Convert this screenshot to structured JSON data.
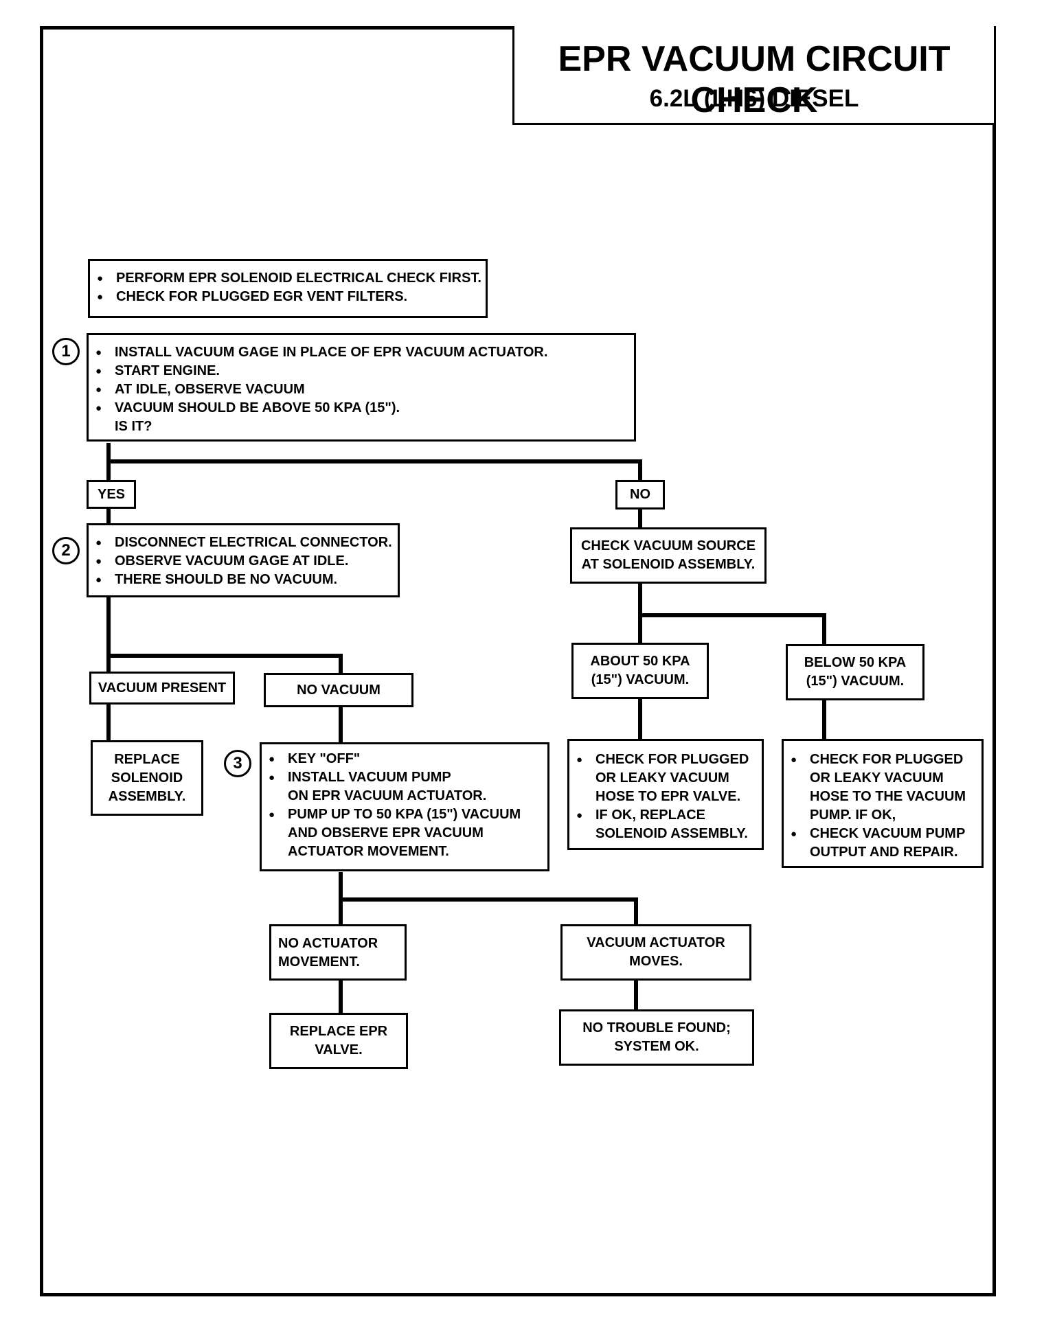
{
  "header": {
    "title": "EPR VACUUM CIRCUIT CHECK",
    "subtitle": "6.2L (LH6) DIESEL"
  },
  "pre_checks": [
    "PERFORM EPR SOLENOID ELECTRICAL CHECK FIRST.",
    "CHECK FOR PLUGGED EGR VENT FILTERS."
  ],
  "step1": {
    "number": "1",
    "items": [
      "INSTALL VACUUM GAGE IN PLACE OF EPR VACUUM ACTUATOR.",
      "START ENGINE.",
      "AT IDLE, OBSERVE VACUUM",
      "VACUUM SHOULD BE ABOVE 50 KPA (15\")."
    ],
    "question": "IS IT?"
  },
  "labels": {
    "yes": "YES",
    "no": "NO",
    "vacuum_present": "VACUUM PRESENT",
    "no_vacuum": "NO VACUUM"
  },
  "step2": {
    "number": "2",
    "items": [
      "DISCONNECT ELECTRICAL CONNECTOR.",
      "OBSERVE VACUUM GAGE AT IDLE.",
      "THERE SHOULD BE NO VACUUM."
    ]
  },
  "replace_solenoid": [
    "REPLACE",
    "SOLENOID",
    "ASSEMBLY."
  ],
  "step3": {
    "number": "3",
    "items": [
      [
        "KEY \"OFF\""
      ],
      [
        "INSTALL VACUUM PUMP",
        "ON EPR VACUUM ACTUATOR."
      ],
      [
        "PUMP UP TO 50 KPA (15\") VACUUM",
        "AND OBSERVE EPR VACUUM",
        "ACTUATOR MOVEMENT."
      ]
    ]
  },
  "no_actuator": [
    "NO ACTUATOR",
    "MOVEMENT."
  ],
  "actuator_moves": [
    "VACUUM ACTUATOR",
    "MOVES."
  ],
  "replace_epr": [
    "REPLACE EPR",
    "VALVE."
  ],
  "no_trouble": [
    "NO TROUBLE FOUND;",
    "SYSTEM OK."
  ],
  "check_source": [
    "CHECK VACUUM SOURCE",
    "AT SOLENOID ASSEMBLY."
  ],
  "about_50": [
    "ABOUT 50 KPA",
    "(15\") VACUUM."
  ],
  "below_50": [
    "BELOW 50 KPA",
    "(15\") VACUUM."
  ],
  "about_actions": [
    [
      "CHECK FOR PLUGGED",
      "OR LEAKY VACUUM",
      "HOSE TO EPR VALVE."
    ],
    [
      "IF OK, REPLACE",
      "SOLENOID ASSEMBLY."
    ]
  ],
  "below_actions": [
    [
      "CHECK FOR PLUGGED",
      "OR LEAKY VACUUM",
      "HOSE TO THE VACUUM",
      "PUMP. IF OK,"
    ],
    [
      "CHECK VACUUM PUMP",
      "OUTPUT AND REPAIR."
    ]
  ]
}
